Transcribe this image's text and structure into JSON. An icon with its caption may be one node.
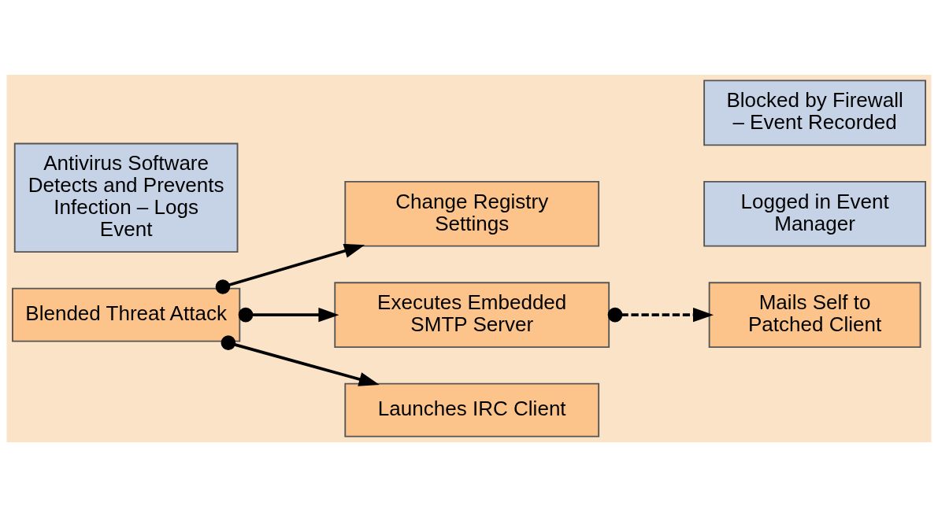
{
  "diagram": {
    "nodes": [
      {
        "text": [
          "Blended Threat Attack"
        ]
      },
      {
        "text": [
          "Change Registry Settings"
        ]
      },
      {
        "text": [
          "Executes Embedded SMTP Server"
        ]
      },
      {
        "text": [
          "Launches IRC Client"
        ]
      },
      {
        "text": [
          "Mails Self to Patched Client"
        ]
      },
      {
        "text": [
          "Logged in Event Manager"
        ]
      },
      {
        "text": [
          "Antivirus Software Detects and Prevents Infection – Logs Event"
        ]
      },
      {
        "text": [
          "Blocked by Firewall – Event Recorded"
        ]
      }
    ],
    "edges": [
      {
        "from": 0,
        "to": 1,
        "arrow": "to"
      },
      {
        "from": 0,
        "to": 2,
        "arrow": "to"
      },
      {
        "from": 0,
        "to": 3,
        "arrow": "to"
      },
      {
        "from": 2,
        "to": 4,
        "arrow": "to",
        "style": "dashed"
      }
    ]
  }
}
